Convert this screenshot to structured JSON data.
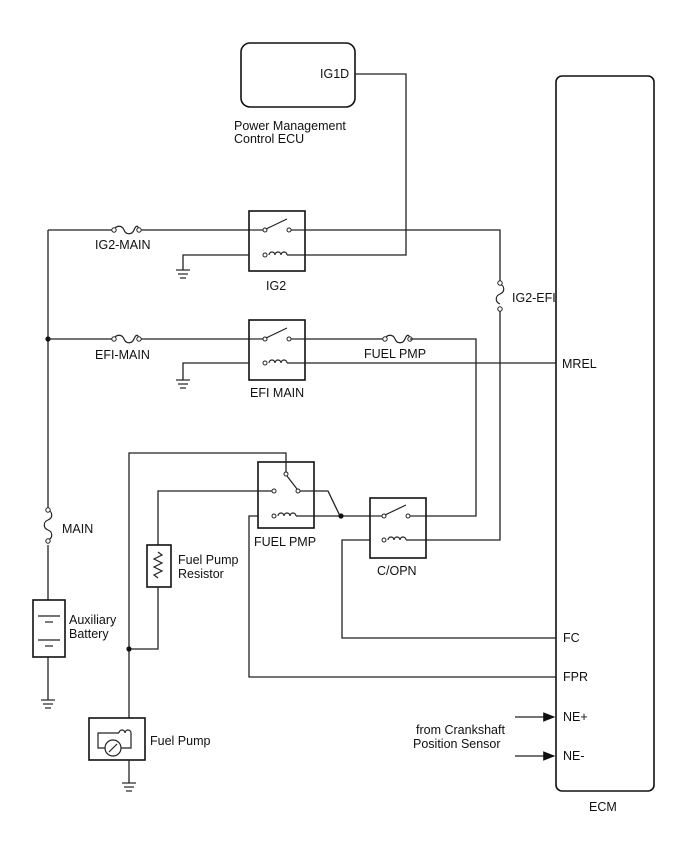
{
  "components": {
    "power_ecu": {
      "label_line1": "Power Management",
      "label_line2": "Control ECU",
      "pin": "IG1D"
    },
    "ecm": {
      "label": "ECM",
      "pins": {
        "mrel": "MREL",
        "fc": "FC",
        "fpr": "FPR",
        "ne_plus": "NE+",
        "ne_minus": "NE-"
      }
    },
    "relay_ig2": "IG2",
    "relay_efi_main": "EFI MAIN",
    "relay_fuel_pmp": "FUEL PMP",
    "relay_copn": "C/OPN",
    "fuse_ig2_main": "IG2-MAIN",
    "fuse_efi_main": "EFI-MAIN",
    "fuse_ig2_efi": "IG2-EFI",
    "fuse_fuel_pmp": "FUEL PMP",
    "fuse_main": "MAIN",
    "battery_line1": "Auxiliary",
    "battery_line2": "Battery",
    "resistor_line1": "Fuel Pump",
    "resistor_line2": "Resistor",
    "fuel_pump": "Fuel Pump",
    "sensor_line1": "from Crankshaft",
    "sensor_line2": "Position Sensor"
  }
}
